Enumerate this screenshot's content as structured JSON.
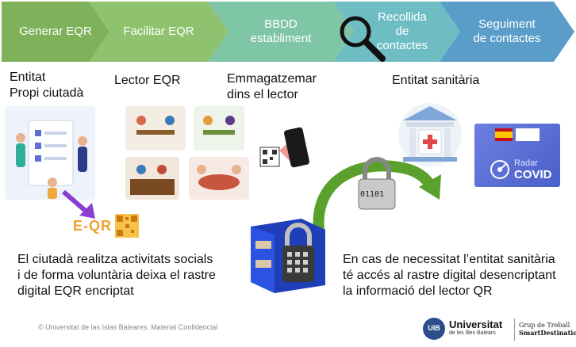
{
  "steps": [
    {
      "label": "Generar EQR",
      "color": "#7fb05a"
    },
    {
      "label": "Facilitar EQR",
      "color": "#8ec26e"
    },
    {
      "label": "BBDD establiment",
      "color": "#7fc6a7"
    },
    {
      "label": "Recollida de contactes",
      "color": "#6dbdc3"
    },
    {
      "label": "Seguiment de contactes",
      "color": "#5b9dc9"
    }
  ],
  "labels": {
    "entitat": "Entitat",
    "propi": "Propi ciutadà",
    "lector": "Lector EQR",
    "emmagatzemar_1": "Emmagatzemar",
    "emmagatzemar_2": "dins el lector",
    "entitat_sanitaria": "Entitat sanitària"
  },
  "eqr_tag": "E-QR",
  "lock_code": "01101",
  "radar": {
    "line1": "Radar",
    "line2": "COVID"
  },
  "paragraphs": {
    "left": "El ciutadà realitza activitats socials i de forma voluntària deixa el rastre digital EQR encriptat",
    "right": "En cas de necessitat l’entitat sanitària té accés al rastre digital desencriptant la informació del lector QR"
  },
  "footer": {
    "copyright": "© Universitat de las Islas Baleares. Material Confidencial",
    "uib": "UIB",
    "univ_1": "Universitat",
    "univ_2": "de les Illes Balears",
    "group_1": "Grup de Treball",
    "group_2": "SmartDestination"
  },
  "colors": {
    "arrow_green": "#5aa02c",
    "magnifier": "#111111"
  }
}
